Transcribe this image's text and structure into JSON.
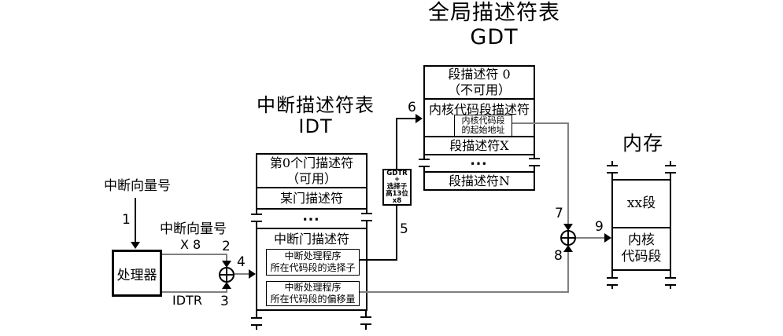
{
  "titles": {
    "gdt_line1": "全局描述符表",
    "gdt_line2": "GDT",
    "idt_line1": "中断描述符表",
    "idt_line2": "IDT",
    "memory": "内存"
  },
  "processor": {
    "label": "处理器"
  },
  "labels": {
    "interrupt_vector_input": "中断向量号",
    "interrupt_vector_times8_line1": "中断向量号",
    "interrupt_vector_times8_line2": "X 8",
    "idtr": "IDTR"
  },
  "steps": {
    "n1": "1",
    "n2": "2",
    "n3": "3",
    "n4": "4",
    "n5": "5",
    "n6": "6",
    "n7": "7",
    "n8": "8",
    "n9": "9"
  },
  "idt": {
    "row0_line1": "第0个门描述符",
    "row0_line2": "（可用）",
    "row_some": "某门描述符",
    "ellipsis": "⋯",
    "gate_header": "中断门描述符",
    "selector_line1": "中断处理程序",
    "selector_line2": "所在代码段的选择子",
    "offset_line1": "中断处理程序",
    "offset_line2": "所在代码段的偏移量"
  },
  "gdtr": {
    "line1": "GDTR",
    "line2": "+",
    "line3": "选择子",
    "line4": "高13位",
    "line5": "x8"
  },
  "gdt": {
    "row0_line1": "段描述符 0",
    "row0_line2": "（不可用）",
    "kernel_header": "内核代码段描述符",
    "kernel_addr_line1": "内核代码段",
    "kernel_addr_line2": "的起始地址",
    "row_x": "段描述符X",
    "ellipsis": "⋯",
    "row_n": "段描述符N"
  },
  "memory": {
    "segment_x": "xx段",
    "kernel_line1": "内核",
    "kernel_line2": "代码段"
  },
  "colors": {
    "ink": "#000000",
    "connector_gray": "#808080",
    "background": "#ffffff"
  }
}
